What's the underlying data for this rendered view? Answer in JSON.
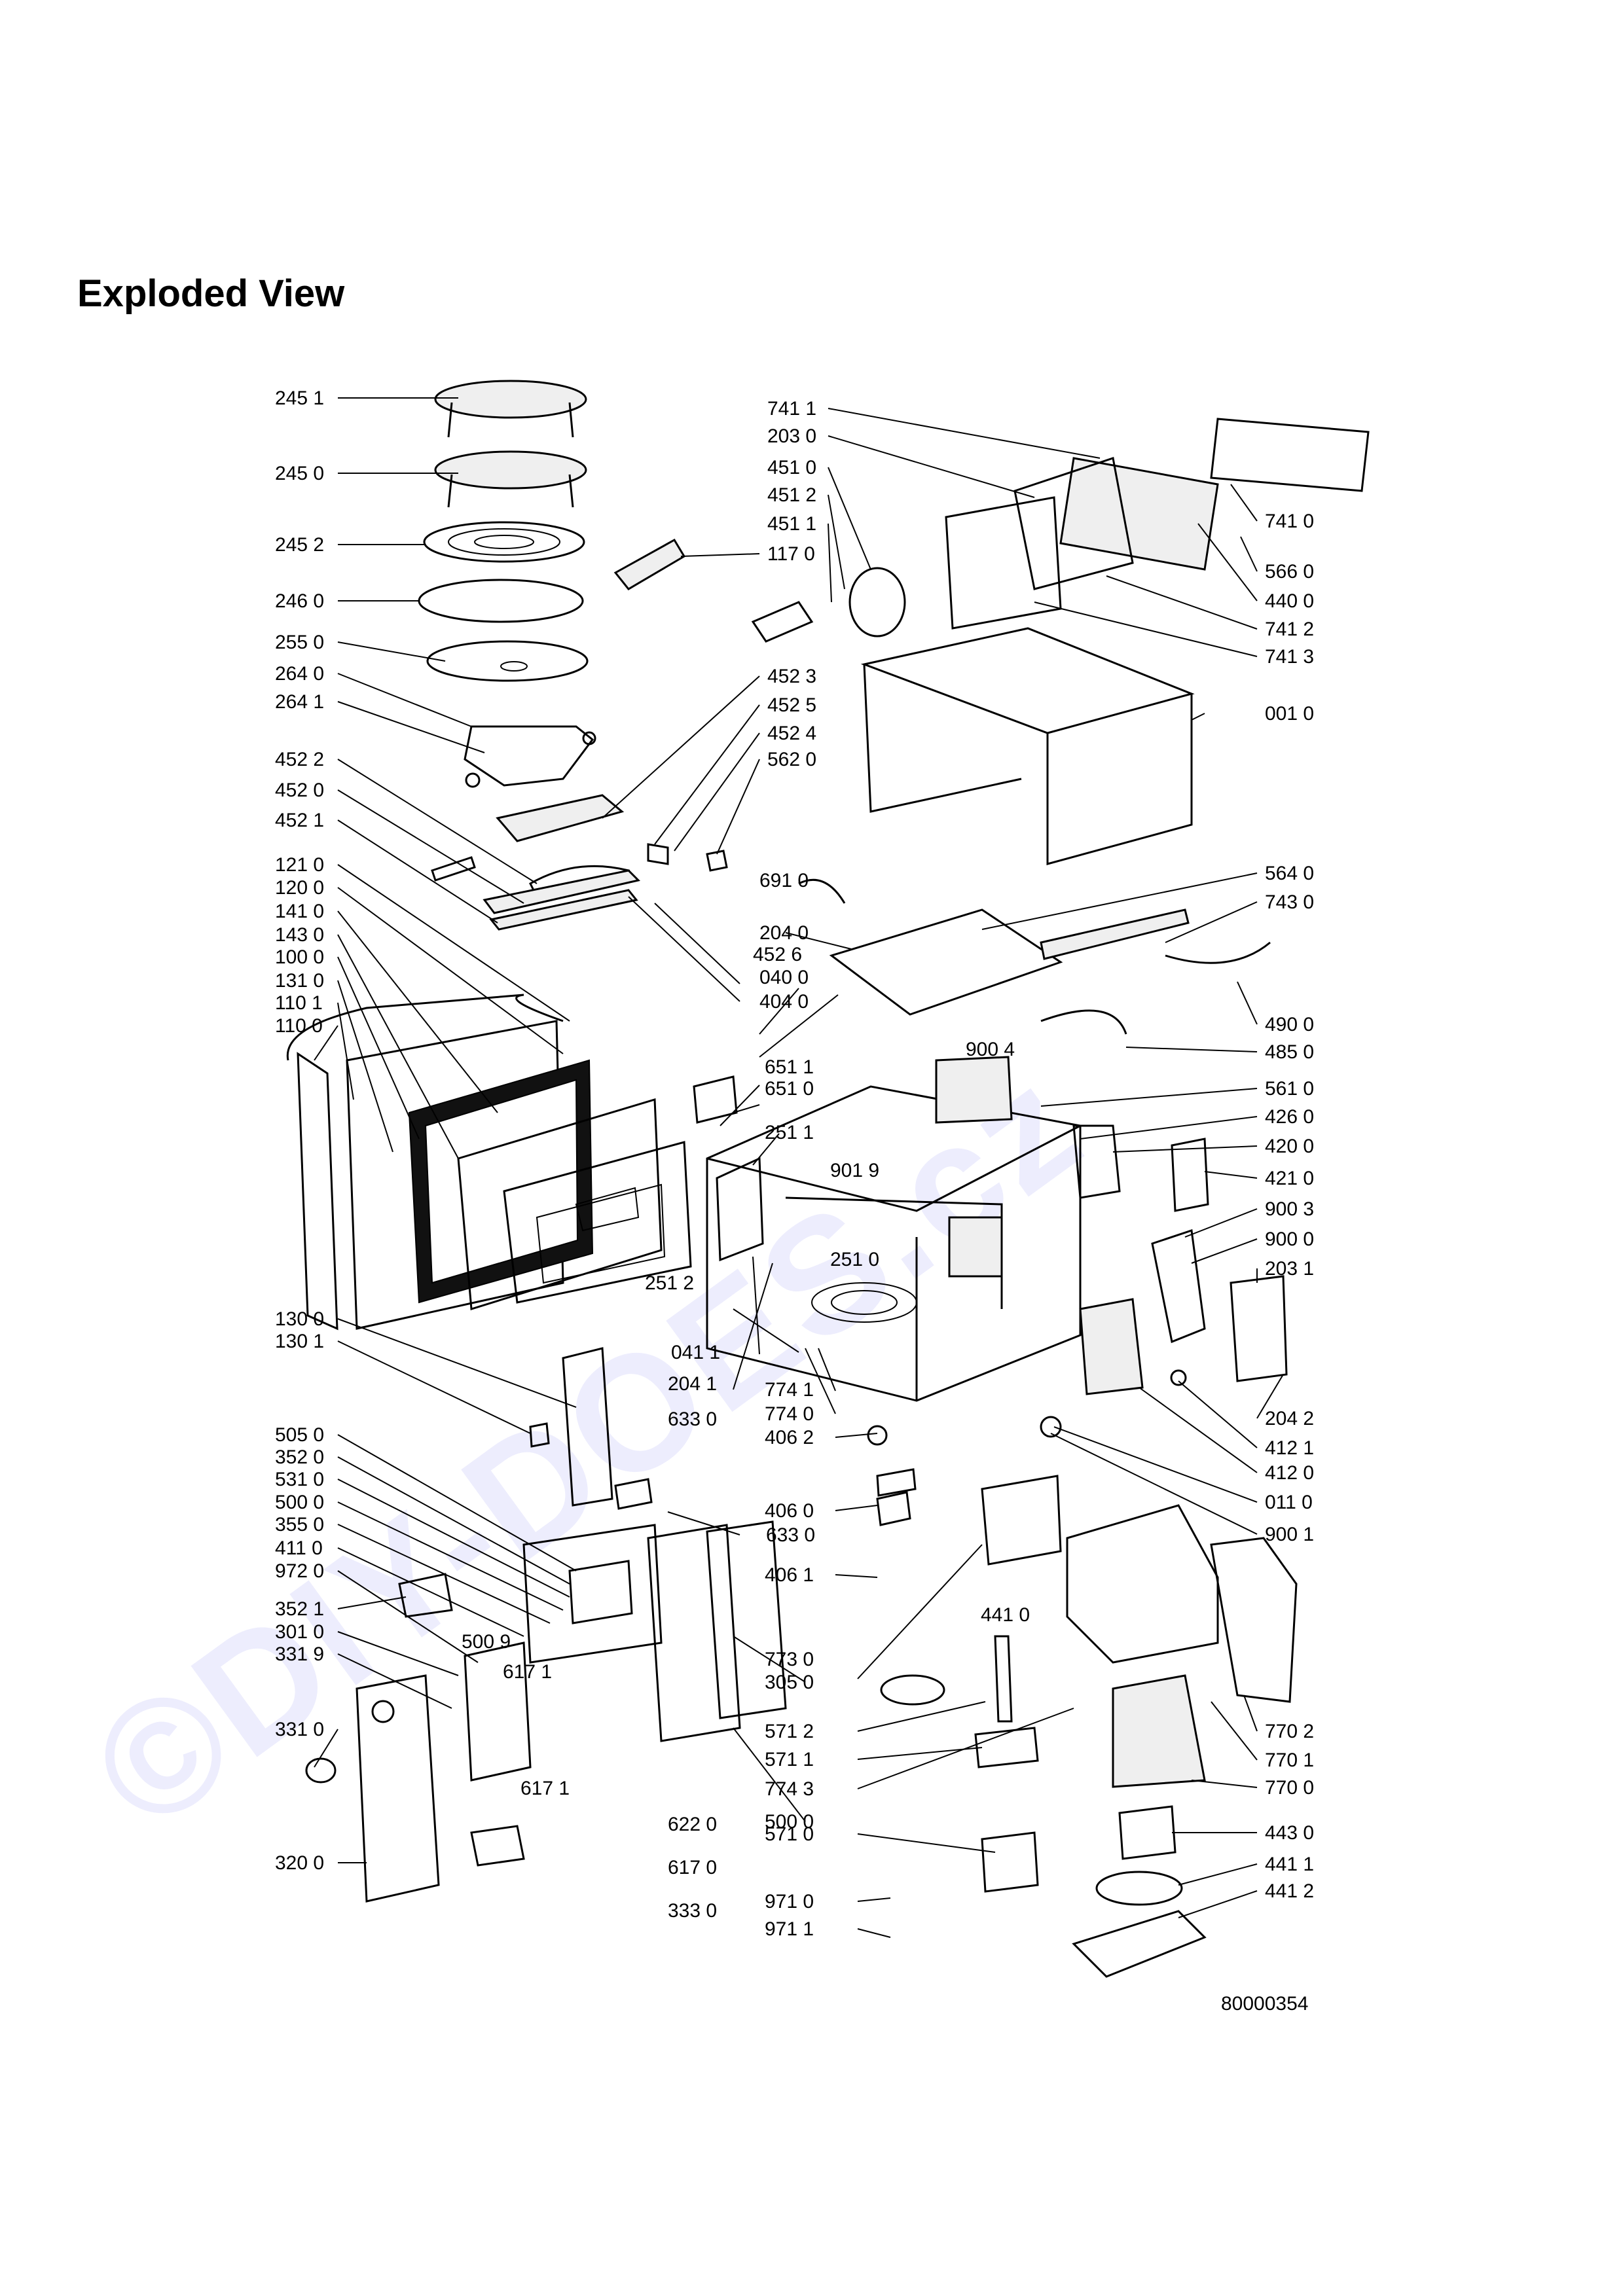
{
  "title": "Exploded View",
  "doc_number": "80000354",
  "watermark": "©DIY-DOES.cz",
  "labels": [
    "245 1",
    "245 0",
    "245 2",
    "246 0",
    "255 0",
    "264 0",
    "264 1",
    "452 2",
    "452 0",
    "452 1",
    "121 0",
    "120 0",
    "141 0",
    "143 0",
    "100 0",
    "131 0",
    "110 1",
    "110 0",
    "130 0",
    "130 1",
    "505 0",
    "352 0",
    "531 0",
    "500 0",
    "355 0",
    "411 0",
    "972 0",
    "352 1",
    "301 0",
    "331 9",
    "331 0",
    "320 0",
    "741 1",
    "203 0",
    "451 0",
    "451 2",
    "451 1",
    "117 0",
    "452 3",
    "452 5",
    "452 4",
    "562 0",
    "691 0",
    "204 0",
    "452 6",
    "040 0",
    "404 0",
    "651 1",
    "651 0",
    "251 1",
    "901 9",
    "251 0",
    "251 2",
    "041 1",
    "204 1",
    "774 1",
    "774 0",
    "633 0",
    "633 0",
    "406 2",
    "406 0",
    "406 1",
    "500 9",
    "617 1",
    "617 1",
    "622 0",
    "617 0",
    "333 0",
    "305 0",
    "500 0",
    "773 0",
    "441 0",
    "571 2",
    "571 1",
    "774 3",
    "571 0",
    "971 0",
    "971 1",
    "741 0",
    "566 0",
    "440 0",
    "741 2",
    "741 3",
    "001 0",
    "564 0",
    "743 0",
    "490 0",
    "485 0",
    "900 4",
    "561 0",
    "426 0",
    "420 0",
    "421 0",
    "900 3",
    "900 0",
    "203 1",
    "204 2",
    "412 1",
    "412 0",
    "011 0",
    "900 1",
    "770 2",
    "770 1",
    "770 0",
    "443 0",
    "441 1",
    "441 2"
  ]
}
